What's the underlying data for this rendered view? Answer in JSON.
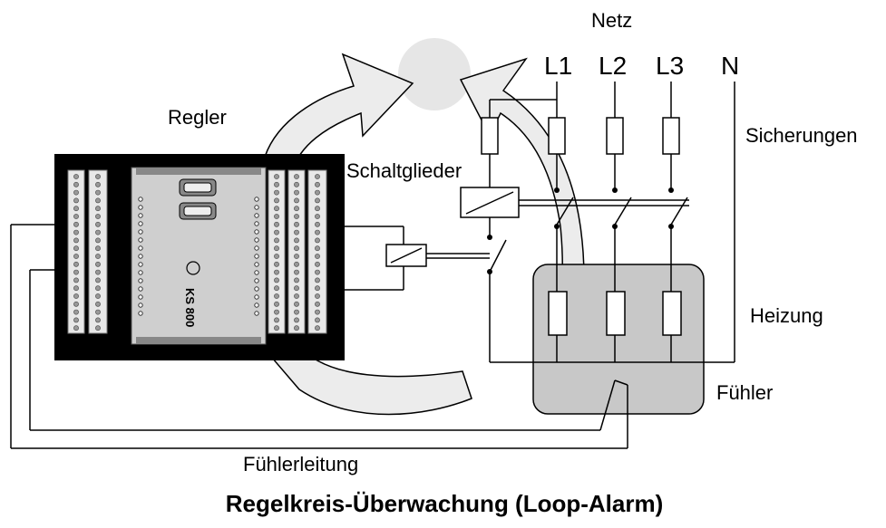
{
  "title": "Regelkreis-Überwachung (Loop-Alarm)",
  "labels": {
    "netz": "Netz",
    "regler": "Regler",
    "sicherungen": "Sicherungen",
    "schaltglieder": "Schaltglieder",
    "heizung": "Heizung",
    "fuehler": "Fühler",
    "fuehlerleitung": "Fühlerleitung"
  },
  "phases": [
    "L1",
    "L2",
    "L3",
    "N"
  ],
  "controller": {
    "model": "KS 800"
  },
  "colors": {
    "housing": "#000000",
    "module": "#cfcfcf",
    "heater_box": "#c8c8c8",
    "arrow_fill": "#ececec",
    "target_circle": "#e6e6e6",
    "line": "#000000"
  }
}
